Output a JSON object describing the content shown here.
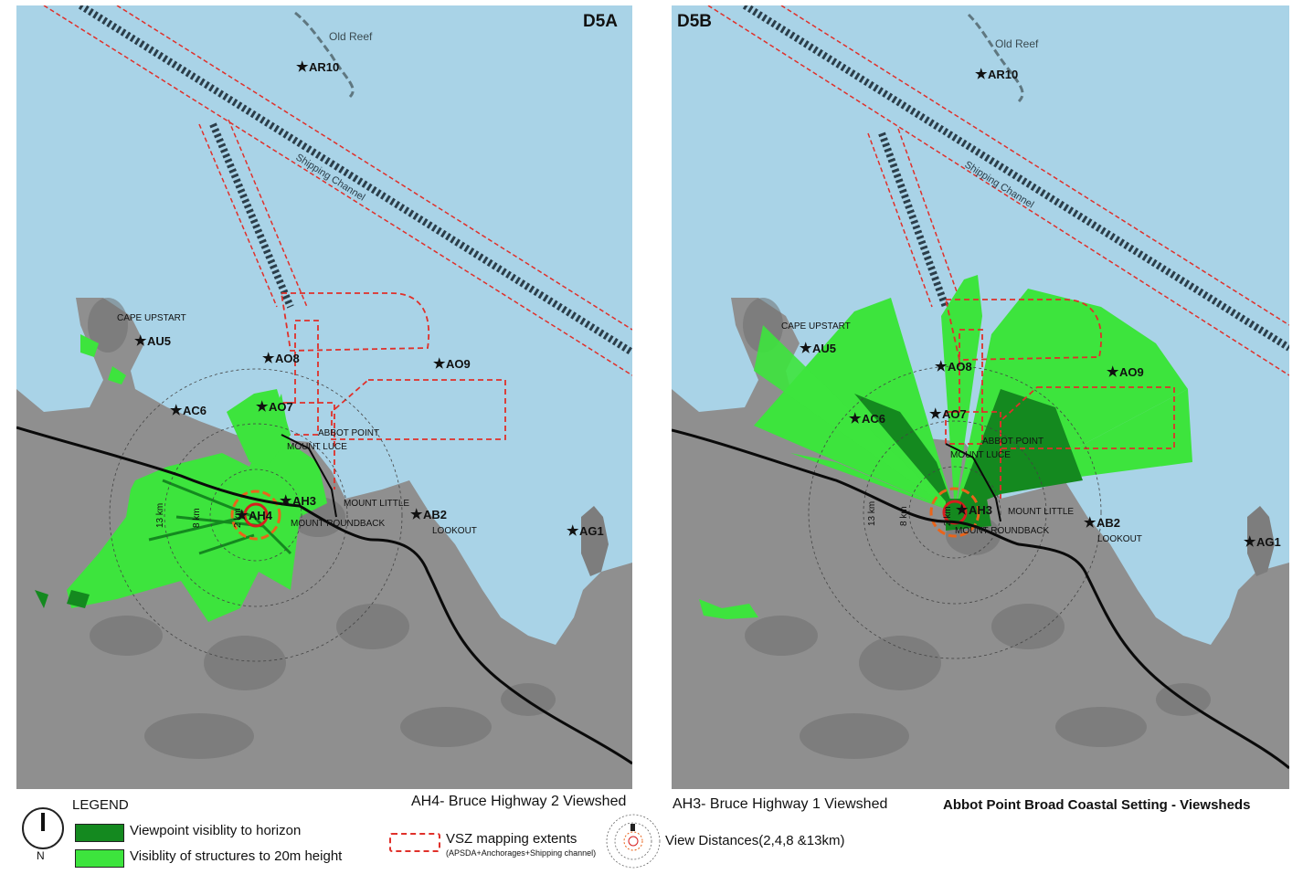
{
  "maps": [
    {
      "panel_label": "D5A",
      "caption": "AH4- Bruce Highway 2 Viewshed",
      "distance_labels": [
        "13 km",
        "8 km",
        "2 km"
      ],
      "viewpoint_focus": "AH4",
      "places": {
        "old_reef": "Old Reef",
        "shipping": "Shipping Channel",
        "cape": "CAPE UPSTART",
        "abbot": "ABBOT POINT",
        "luce": "MOUNT LUCE",
        "little": "MOUNT LITTLE",
        "roundback": "MOUNT ROUNDBACK",
        "lookout": "LOOKOUT"
      },
      "viewpoints": {
        "ar10": "AR10",
        "au5": "AU5",
        "ac6": "AC6",
        "ao8": "AO8",
        "ao7": "AO7",
        "ao9": "AO9",
        "ah3": "AH3",
        "ah4": "AH4",
        "ab2": "AB2",
        "ag1": "AG1"
      }
    },
    {
      "panel_label": "D5B",
      "caption": "AH3- Bruce Highway 1 Viewshed",
      "distance_labels": [
        "13 km",
        "8 km",
        "2 km"
      ],
      "viewpoint_focus": "AH3",
      "places": {
        "old_reef": "Old Reef",
        "shipping": "Shipping Channel",
        "cape": "CAPE UPSTART",
        "abbot": "ABBOT POINT",
        "luce": "MOUNT LUCE",
        "little": "MOUNT LITTLE",
        "roundback": "MOUNT ROUNDBACK",
        "lookout": "LOOKOUT"
      },
      "viewpoints": {
        "ar10": "AR10",
        "au5": "AU5",
        "ac6": "AC6",
        "ao8": "AO8",
        "ao7": "AO7",
        "ao9": "AO9",
        "ah3": "AH3",
        "ab2": "AB2",
        "ag1": "AG1"
      }
    }
  ],
  "figure_title": "Abbot Point Broad Coastal Setting - Viewsheds",
  "legend": {
    "title": "LEGEND",
    "north": "N",
    "items": [
      {
        "label": "Viewpoint visiblity to horizon",
        "color": "#14891f"
      },
      {
        "label": "Visiblity of  structures to 20m height",
        "color": "#3de43d"
      }
    ],
    "vsz_label": "VSZ mapping extents",
    "vsz_sub": "(APSDA+Anchorages+Shipping channel)",
    "view_distances": "View Distances(2,4,8 &13km)"
  },
  "colors": {
    "sea": "#a9d3e7",
    "land": "#8e8e8e",
    "dark_green": "#14891f",
    "light_green": "#3de43d",
    "vsz_red": "#e0302a",
    "road": "#0a0a0a"
  }
}
